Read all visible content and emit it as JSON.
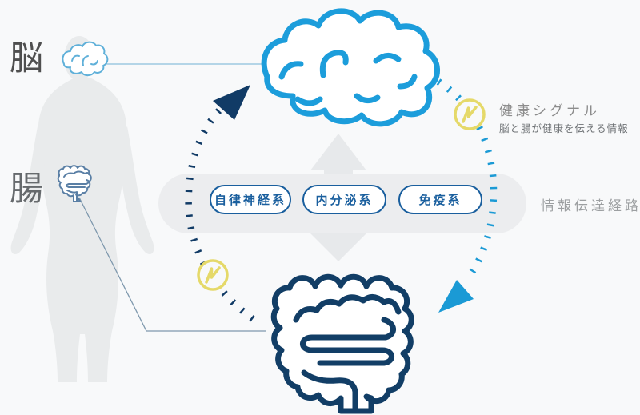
{
  "diagram": {
    "title_context": "brain-gut-axis-diagram",
    "labels": {
      "brain": "脳",
      "gut": "腸"
    },
    "signal": {
      "title": "健康シグナル",
      "desc": "脳と腸が健康を伝える情報"
    },
    "pathway": {
      "route_label": "情報伝達経路",
      "items": [
        "自律神経系",
        "内分泌系",
        "免疫系"
      ]
    },
    "icons": [
      "brain-illustration-icon",
      "gut-illustration-icon",
      "body-silhouette-icon",
      "mini-brain-icon",
      "mini-gut-icon",
      "lightning-signal-icon-top",
      "lightning-signal-icon-bottom",
      "up-arrow-navy-icon",
      "down-arrow-blue-icon",
      "double-headed-gray-arrow-icon"
    ],
    "colors": {
      "background": "#f8f9fa",
      "silhouette_gray": "#e9ebec",
      "band_gray": "#ecedef",
      "arrow_gray": "#e7e9eb",
      "brain_blue": "#1c9ddb",
      "gut_navy": "#123e66",
      "navy_dots": "#113b66",
      "blue_dots": "#1b9ad5",
      "pill_blue": "#1a5f9e",
      "signal_yellow": "#e5d969",
      "text_gray": "#8c8c8c"
    }
  }
}
